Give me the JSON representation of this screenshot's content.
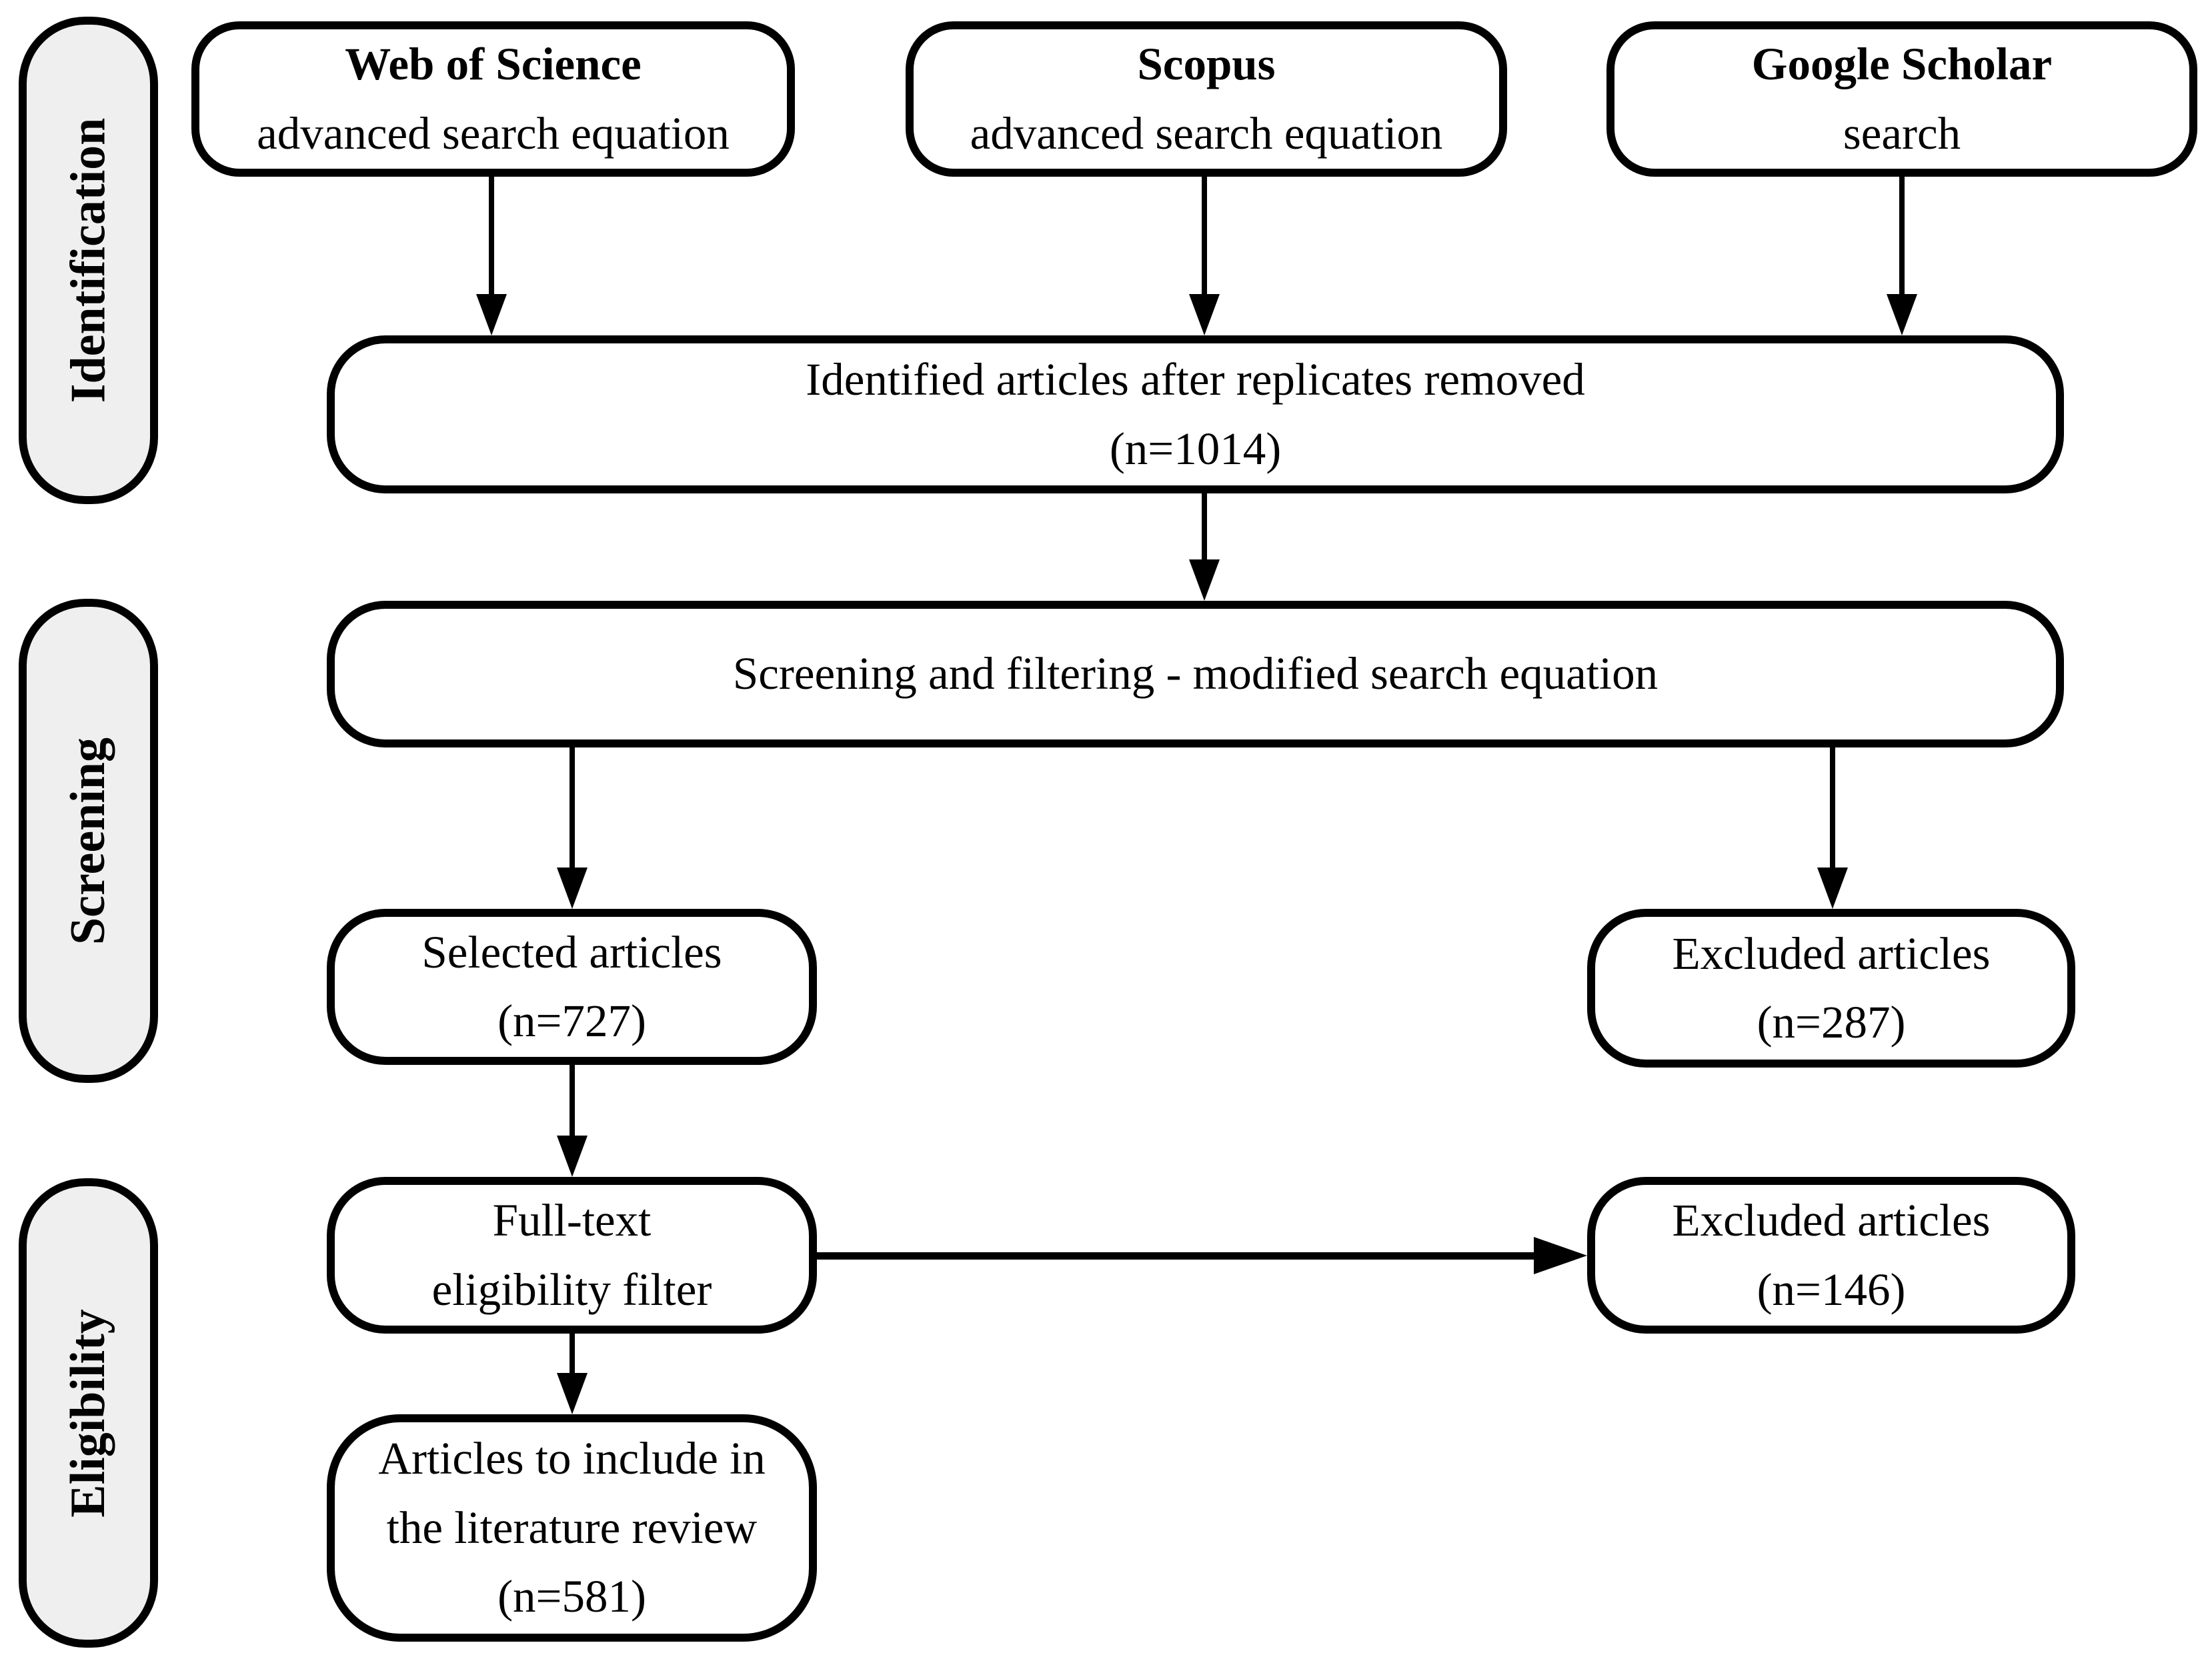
{
  "figure": {
    "kind": "prisma-style literature review flow diagram"
  },
  "colors": {
    "line": "#000000",
    "text": "#000000",
    "stage_fill": "#efefef",
    "box_fill": "#ffffff",
    "background": "#ffffff"
  },
  "stages": [
    {
      "label": "Identification"
    },
    {
      "label": "Screening"
    },
    {
      "label": "Eligibility"
    }
  ],
  "sources": [
    {
      "title": "Web of Science",
      "subtitle": "advanced search equation"
    },
    {
      "title": "Scopus",
      "subtitle": "advanced search equation"
    },
    {
      "title": "Google Scholar",
      "subtitle": "search"
    }
  ],
  "nodes": {
    "identified": {
      "line1": "Identified articles after replicates removed",
      "line2": "(n=1014)"
    },
    "screening": {
      "line1": "Screening and filtering - modified search equation"
    },
    "selected": {
      "line1": "Selected articles",
      "line2": "(n=727)"
    },
    "excluded_screening": {
      "line1": "Excluded articles",
      "line2": "(n=287)"
    },
    "full_text": {
      "line1": "Full-text",
      "line2": "eligibility filter"
    },
    "excluded_full_text": {
      "line1": "Excluded articles",
      "line2": "(n=146)"
    },
    "included": {
      "line1": "Articles to include in",
      "line2": "the literature review",
      "line3": "(n=581)"
    }
  }
}
